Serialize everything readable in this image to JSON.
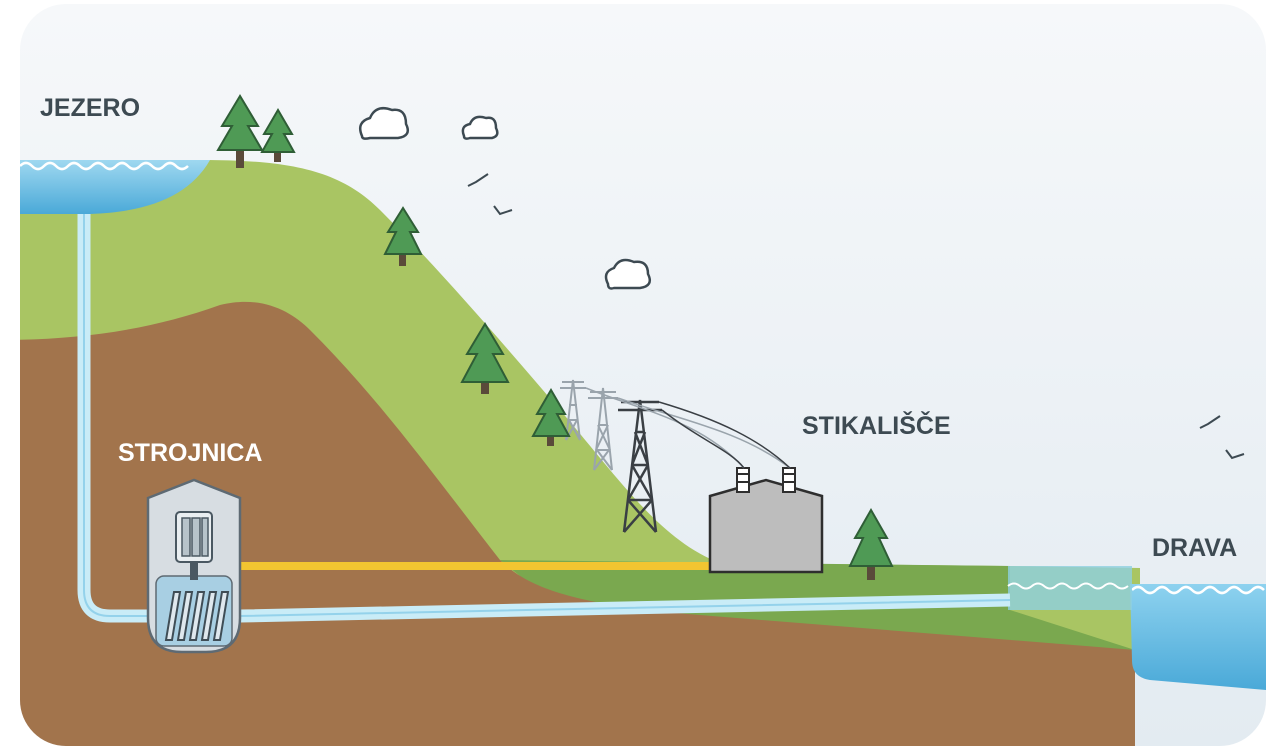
{
  "labels": {
    "lake": "JEZERO",
    "powerhouse": "STROJNICA",
    "switchyard": "STIKALIŠČE",
    "river": "DRAVA"
  },
  "colors": {
    "sky_top": "#f4f7f9",
    "sky_bottom": "#e4ecf2",
    "grass": "#a9c563",
    "grass_dark": "#6a9a4a",
    "earth": "#a2744c",
    "water": "#5cb5e0",
    "water_light": "#c9ecf7",
    "tree": "#4f9a55",
    "power_line": "#f2c531",
    "building": "#bdbdbd",
    "label_dark": "#3d4a52"
  },
  "icons": [
    "cloud-icon",
    "bird-icon",
    "pine-tree-icon",
    "pylon-icon",
    "generator-icon",
    "turbine-icon",
    "transformer-icon"
  ]
}
